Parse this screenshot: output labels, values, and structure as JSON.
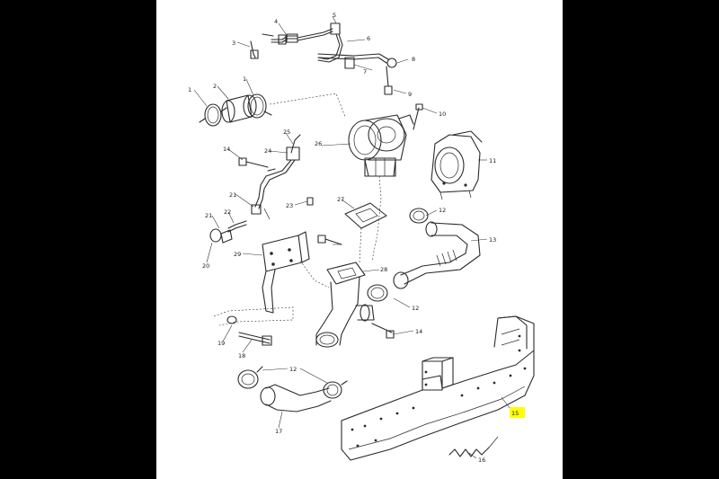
{
  "diagram": {
    "callouts": [
      {
        "id": "c1a",
        "label": "1"
      },
      {
        "id": "c1b",
        "label": "1"
      },
      {
        "id": "c2",
        "label": "2"
      },
      {
        "id": "c3",
        "label": "3"
      },
      {
        "id": "c4",
        "label": "4"
      },
      {
        "id": "c5",
        "label": "5"
      },
      {
        "id": "c6",
        "label": "6"
      },
      {
        "id": "c7",
        "label": "7"
      },
      {
        "id": "c8",
        "label": "8"
      },
      {
        "id": "c9",
        "label": "9"
      },
      {
        "id": "c10",
        "label": "10"
      },
      {
        "id": "c11",
        "label": "11"
      },
      {
        "id": "c12a",
        "label": "12"
      },
      {
        "id": "c12b",
        "label": "12"
      },
      {
        "id": "c12c",
        "label": "12"
      },
      {
        "id": "c13",
        "label": "13"
      },
      {
        "id": "c14a",
        "label": "14"
      },
      {
        "id": "c14b",
        "label": "14"
      },
      {
        "id": "c15",
        "label": "15"
      },
      {
        "id": "c16",
        "label": "16"
      },
      {
        "id": "c17",
        "label": "17"
      },
      {
        "id": "c18",
        "label": "18"
      },
      {
        "id": "c19",
        "label": "19"
      },
      {
        "id": "c20",
        "label": "20"
      },
      {
        "id": "c21a",
        "label": "21"
      },
      {
        "id": "c21b",
        "label": "21"
      },
      {
        "id": "c22",
        "label": "22"
      },
      {
        "id": "c23",
        "label": "23"
      },
      {
        "id": "c24",
        "label": "24"
      },
      {
        "id": "c25",
        "label": "25"
      },
      {
        "id": "c26",
        "label": "26"
      },
      {
        "id": "c27",
        "label": "27"
      },
      {
        "id": "c28",
        "label": "28"
      },
      {
        "id": "c29",
        "label": "29"
      }
    ],
    "highlighted_callout": "15",
    "colors": {
      "background": "#000000",
      "sheet": "#ffffff",
      "line": "#2b2b2b",
      "highlight": "#ffff00"
    }
  }
}
